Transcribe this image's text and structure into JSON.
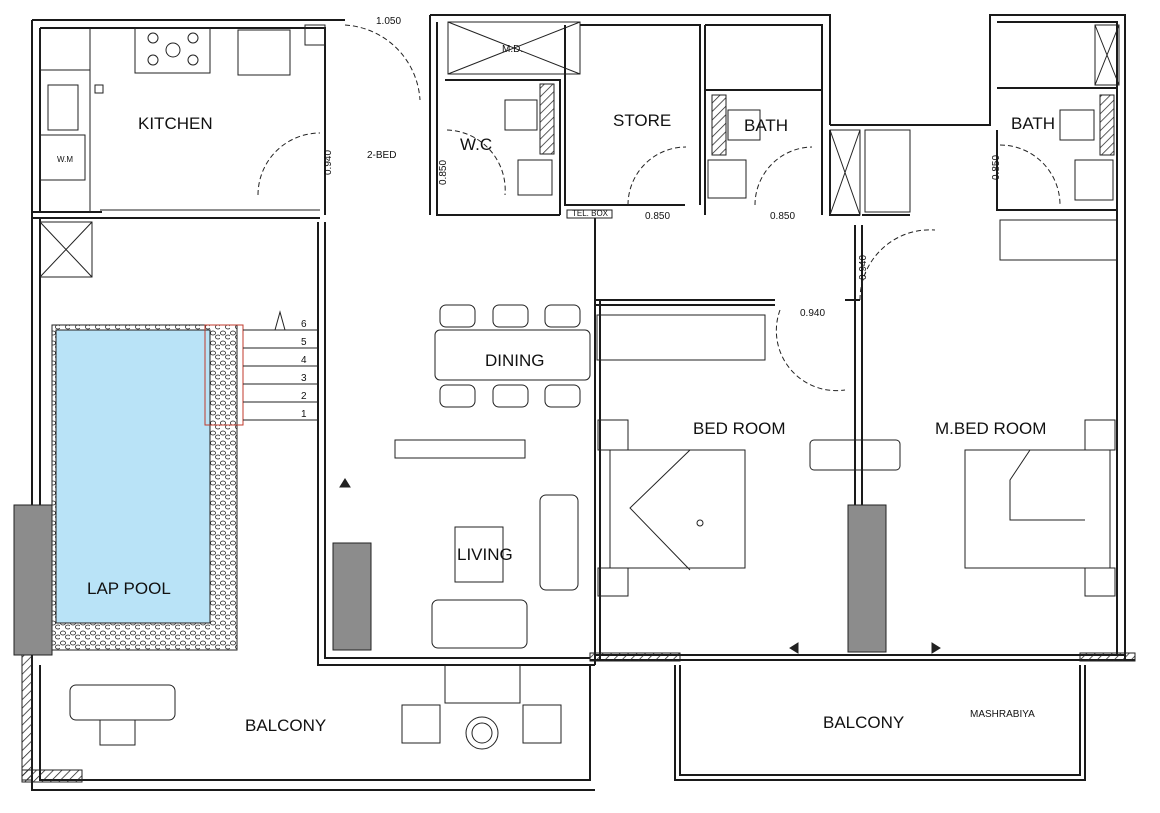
{
  "plan": {
    "rooms": {
      "kitchen": "KITCHEN",
      "wm": "W.M",
      "two_bed": "2-BED",
      "wc": "W.C",
      "md": "M.D.",
      "store": "STORE",
      "bath_1": "BATH",
      "bath_2": "BATH",
      "dining": "DINING",
      "living": "LIVING",
      "bed_room": "BED ROOM",
      "m_bed_room": "M.BED ROOM",
      "lap_pool": "LAP POOL",
      "balcony_left": "BALCONY",
      "balcony_right": "BALCONY",
      "mashrabiya": "MASHRABIYA",
      "tel_box": "TEL. BOX"
    },
    "dimensions": {
      "main_door": "1.050",
      "kitchen_door": "0.940",
      "wc_door": "0.850",
      "store_door": "0.850",
      "bath_door": "0.850",
      "bath2_door": "0.850",
      "mbed_door": "0.940",
      "bed_door": "0.940"
    },
    "stairs": [
      "1",
      "2",
      "3",
      "4",
      "5",
      "6"
    ],
    "colors": {
      "wall": "#1a1a1a",
      "pool": "#b9e3f7",
      "column": "#8c8c8c",
      "line": "#333333"
    }
  }
}
